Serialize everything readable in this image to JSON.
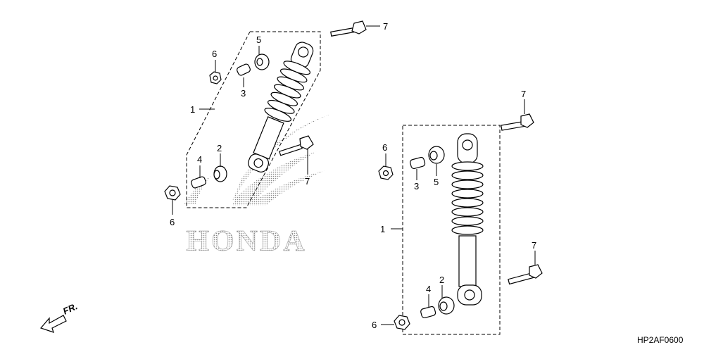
{
  "watermark": {
    "brand_text": "HONDA"
  },
  "direction_indicator": {
    "label": "FR."
  },
  "diagram_code": "HP2AF0600",
  "callouts_left": {
    "shock": "1",
    "bushing_2": "2",
    "collar_3": "3",
    "collar_4": "4",
    "bushing_5": "5",
    "nut_6_top": "6",
    "nut_6_bottom": "6",
    "bolt_7_top": "7",
    "bolt_7_mid": "7"
  },
  "callouts_right": {
    "shock": "1",
    "bushing_2": "2",
    "collar_3": "3",
    "collar_4": "4",
    "bushing_5": "5",
    "nut_6_top": "6",
    "nut_6_bottom": "6",
    "bolt_7_top": "7",
    "bolt_7_bottom": "7"
  }
}
